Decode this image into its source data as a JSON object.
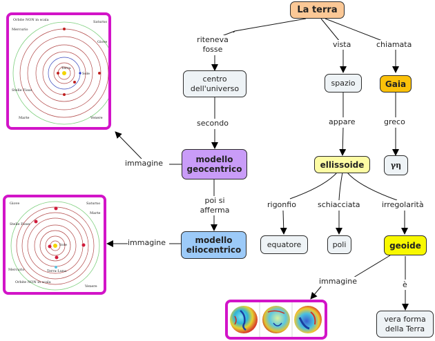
{
  "nodes": {
    "la_terra": "La terra",
    "centro": "centro dell'universo",
    "spazio": "spazio",
    "gaia": "Gaia",
    "geocentrico": "modello geocentrico",
    "eliocentrico": "modello eliocentrico",
    "ellissoide": "ellissoide",
    "gh": "γη",
    "equatore": "equatore",
    "poli": "poli",
    "geoide": "geoide",
    "vera_forma": "vera forma della Terra"
  },
  "links": {
    "riteneva_fosse": "riteneva fosse",
    "vista": "vista",
    "chiamata": "chiamata",
    "secondo": "secondo",
    "appare": "appare",
    "greco": "greco",
    "immagine_geo": "immagine",
    "poi_si_afferma": "poi si afferma",
    "immagine_elio": "immagine",
    "rigonfio": "rigonfio",
    "schiacciata": "schiacciata",
    "irregolarita": "irregolarità",
    "immagine_geoide": "immagine",
    "e": "è"
  },
  "images": {
    "geocentric": {
      "title": "Orbite NON in scala",
      "labels": [
        "Saturno",
        "Mercurio",
        "Giove",
        "Terra",
        "Sole",
        "Stelle Fisse",
        "Marte",
        "Venere"
      ]
    },
    "heliocentric": {
      "title": "Orbite NON in scala",
      "labels": [
        "Giove",
        "Saturno",
        "Marte",
        "Stelle Fisse",
        "Sole",
        "Mercurio",
        "Terra-Luna",
        "Venere"
      ]
    },
    "geoid_globes_count": 3
  },
  "colors": {
    "la_terra": "#fbc896",
    "default_node": "#eef3f6",
    "gaia": "#fbc10a",
    "geocentrico": "#c99cf8",
    "eliocentrico": "#9ccaf8",
    "ellissoide": "#fdfca4",
    "geoide": "#f8f800",
    "image_border": "#d214c8"
  }
}
